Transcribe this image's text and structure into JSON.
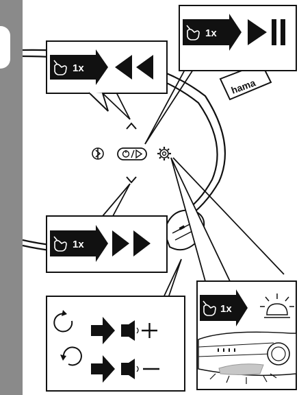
{
  "brand": {
    "name": "hama"
  },
  "callouts": [
    {
      "id": "previous",
      "press_count": "1x",
      "result": "previous-track"
    },
    {
      "id": "play-pause",
      "press_count": "1x",
      "result": "play-pause"
    },
    {
      "id": "next",
      "press_count": "1x",
      "result": "next-track"
    },
    {
      "id": "volume",
      "press_count": "",
      "result": "volume-up-down"
    },
    {
      "id": "light",
      "press_count": "1x",
      "result": "light-on-off"
    }
  ],
  "icons": {
    "hand": "hand-press-icon",
    "prev": "rewind-icon",
    "next": "fast-forward-icon",
    "play_pause": "play-pause-icon",
    "power": "power-play-button-icon",
    "bluetooth": "bluetooth-pair-icon",
    "gear": "gear-icon",
    "light": "lamp-icon",
    "rotate_cw": "rotate-clockwise-icon",
    "rotate_ccw": "rotate-counterclockwise-icon",
    "speaker": "speaker-icon"
  },
  "colors": {
    "ink": "#111111",
    "panel_border": "#111111",
    "sidebar": "#8a8a8a",
    "press_bar": "#111111"
  }
}
